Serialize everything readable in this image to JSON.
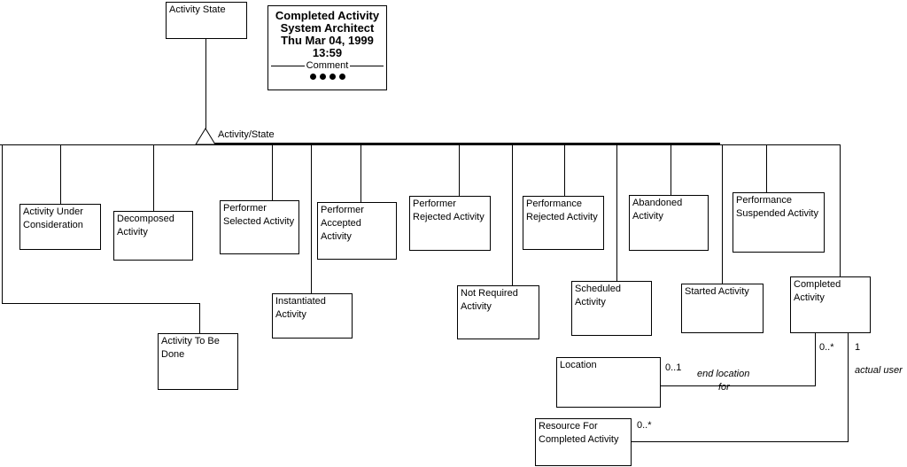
{
  "diagram": {
    "comment_box": {
      "line1": "Completed Activity",
      "line2": "System Architect",
      "line3": "Thu Mar 04, 1999",
      "line4": "13:59",
      "divider_label": "Comment"
    },
    "branch_label": "Activity/State",
    "nodes": {
      "activity_state": {
        "label": "Activity State"
      },
      "activity_under_consideration": {
        "label": "Activity Under Consideration"
      },
      "decomposed_activity": {
        "label": "Decomposed Activity"
      },
      "performer_selected_activity": {
        "label": "Performer Selected Activity"
      },
      "performer_accepted_activity": {
        "label": "Performer Accepted Activity"
      },
      "performer_rejected_activity": {
        "label": "Performer Rejected Activity"
      },
      "performance_rejected_activity": {
        "label": "Performance Rejected Activity"
      },
      "abandoned_activity": {
        "label": "Abandoned Activity"
      },
      "performance_suspended_activity": {
        "label": "Performance Suspended Activity"
      },
      "instantiated_activity": {
        "label": "Instantiated Activity"
      },
      "not_required_activity": {
        "label": "Not Required Activity"
      },
      "scheduled_activity": {
        "label": "Scheduled Activity"
      },
      "started_activity": {
        "label": "Started Activity"
      },
      "completed_activity": {
        "label": "Completed Activity"
      },
      "activity_to_be_done": {
        "label": "Activity To Be Done"
      },
      "location": {
        "label": "Location"
      },
      "resource_for_completed_activity": {
        "label": "Resource For Completed Activity"
      }
    },
    "relationships": {
      "end_location": {
        "role_line1": "end location",
        "role_line2": "for",
        "mult_completed_side": "0..*",
        "mult_location_side": "0..1"
      },
      "actual_user": {
        "role": "actual user",
        "mult_completed_side": "1",
        "mult_resource_side": "0..*"
      }
    }
  }
}
